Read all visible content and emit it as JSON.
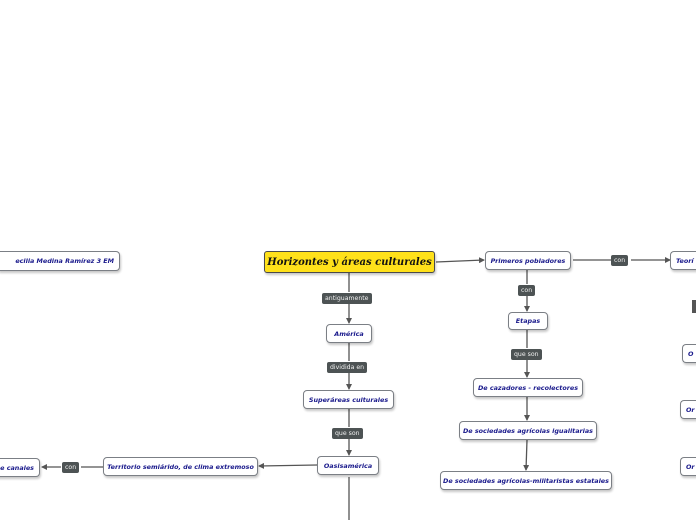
{
  "diagram": {
    "root": "Horizontes y áreas culturales",
    "author": "ecilia Medina Ramírez 3 EM",
    "nodes": {
      "america": "América",
      "superareas": "Superáreas culturales",
      "oasisamerica": "Oasisamérica",
      "territorio": "Territorio semiárido, de clima extremoso",
      "canales": "e canales",
      "primeros": "Primeros pobladores",
      "etapas": "Etapas",
      "cazadores": "De cazadores - recolectores",
      "igualitarias": "De sociedades agrícolas igualitarias",
      "militaristas": "De sociedades agrícolas-militaristas estatales",
      "teoria": "Teorí",
      "o1": "O",
      "or2": "Or",
      "or3": "Or"
    },
    "tags": {
      "antiguamente": "antiguamente",
      "dividida_en": "dividida en",
      "que_son_1": "que son",
      "con_canales": "con",
      "con_primeros": "con",
      "con_teoria": "con",
      "que_son_2": "que son"
    }
  },
  "colors": {
    "root_fill": "#ffe11a",
    "node_text": "#1a1a8c",
    "tag_fill": "#4d5354",
    "line": "#555555"
  }
}
